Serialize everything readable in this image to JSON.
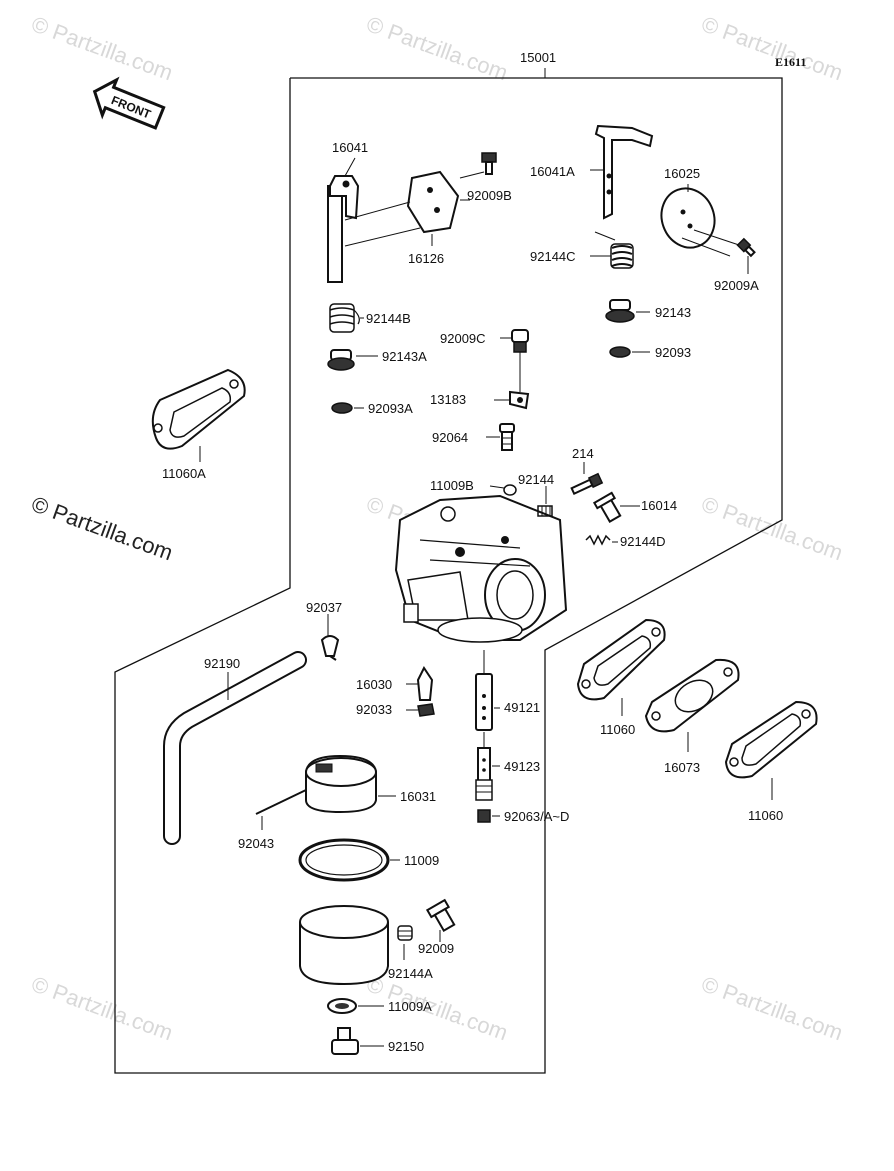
{
  "diagram": {
    "code": "E1611",
    "assembly_label": "15001",
    "front_label": "FRONT",
    "watermark": "© Partzilla.com",
    "part_labels": {
      "p16041": "16041",
      "p92009B": "92009B",
      "p16126": "16126",
      "p16041A": "16041A",
      "p16025": "16025",
      "p92144C": "92144C",
      "p92009A": "92009A",
      "p92144B": "92144B",
      "p92009C": "92009C",
      "p92143": "92143",
      "p92143A": "92143A",
      "p92093": "92093",
      "p13183": "13183",
      "p92093A": "92093A",
      "p92064": "92064",
      "p11060A": "11060A",
      "p214": "214",
      "p11009B": "11009B",
      "p92144": "92144",
      "p16014": "16014",
      "p92144D": "92144D",
      "p92037": "92037",
      "p92190": "92190",
      "p16030": "16030",
      "p92033": "92033",
      "p49121": "49121",
      "p11060_left": "11060",
      "p16073": "16073",
      "p11060_right": "11060",
      "p49123": "49123",
      "p16031": "16031",
      "p92063": "92063/A~D",
      "p92043": "92043",
      "p11009": "11009",
      "p92009": "92009",
      "p92144A": "92144A",
      "p11009A": "11009A",
      "p92150": "92150"
    }
  }
}
